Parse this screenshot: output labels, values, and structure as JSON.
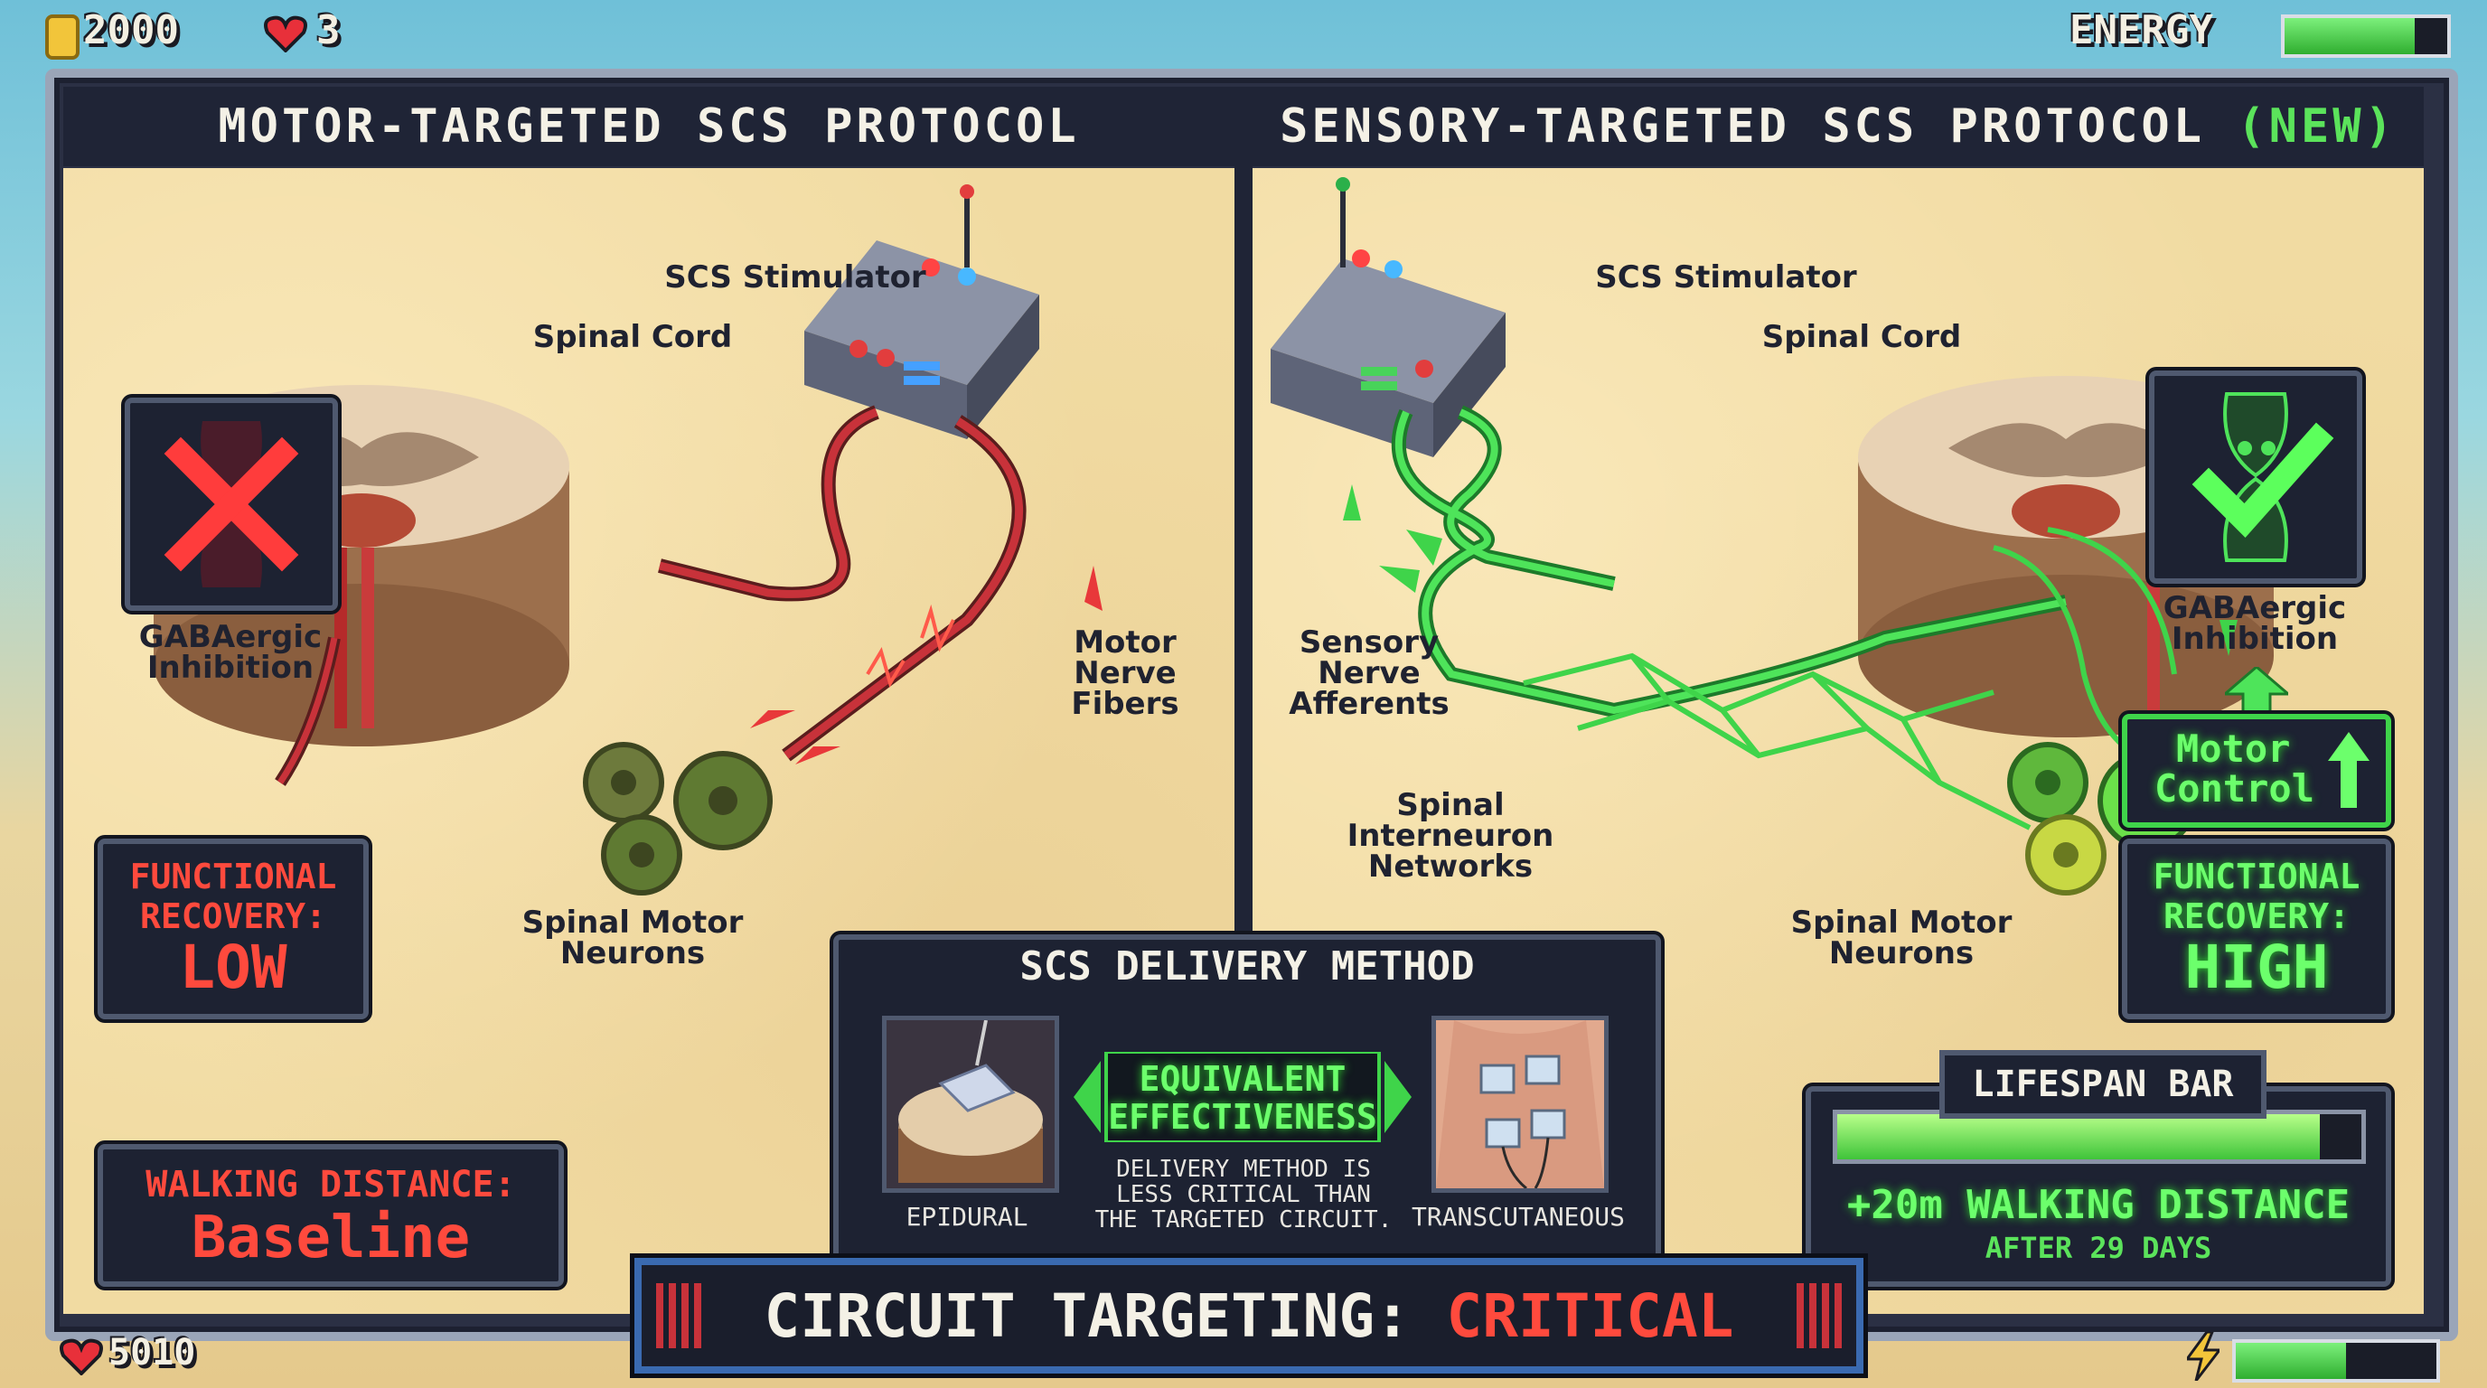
{
  "hud": {
    "coins": "2000",
    "lives": "3",
    "energy_label": "ENERGY",
    "energy_level": 0.8,
    "bottom_hearts": "5010",
    "bottom_energy_level": 0.55
  },
  "left_panel": {
    "title": "MOTOR-TARGETED SCS PROTOCOL",
    "stimulator_label": "SCS Stimulator",
    "spinal_cord_label": "Spinal Cord",
    "gaba_label_line1": "GABAergic",
    "gaba_label_line2": "Inhibition",
    "motor_fibers_line1": "Motor",
    "motor_fibers_line2": "Nerve",
    "motor_fibers_line3": "Fibers",
    "neurons_line1": "Spinal Motor",
    "neurons_line2": "Neurons",
    "recovery_line1": "FUNCTIONAL",
    "recovery_line2": "RECOVERY:",
    "recovery_value": "LOW",
    "walking_label": "WALKING DISTANCE:",
    "walking_value": "Baseline"
  },
  "right_panel": {
    "title_main": "SENSORY-TARGETED SCS PROTOCOL",
    "title_tag": "(NEW)",
    "stimulator_label": "SCS Stimulator",
    "spinal_cord_label": "Spinal Cord",
    "sensory_line1": "Sensory",
    "sensory_line2": "Nerve",
    "sensory_line3": "Afferents",
    "interneuron_line1": "Spinal",
    "interneuron_line2": "Interneuron",
    "interneuron_line3": "Networks",
    "neurons_line1": "Spinal Motor",
    "neurons_line2": "Neurons",
    "gaba_label_line1": "GABAergic",
    "gaba_label_line2": "Inhibition",
    "motor_control_line1": "Motor",
    "motor_control_line2": "Control",
    "recovery_line1": "FUNCTIONAL",
    "recovery_line2": "RECOVERY:",
    "recovery_value": "HIGH",
    "lifespan_title": "LIFESPAN BAR",
    "lifespan_level": 0.92,
    "lifespan_line1": "+20m WALKING DISTANCE",
    "lifespan_line2": "AFTER 29 DAYS"
  },
  "delivery": {
    "title": "SCS DELIVERY METHOD",
    "left_label": "EPIDURAL",
    "center_line1": "EQUIVALENT",
    "center_line2": "EFFECTIVENESS",
    "note_line1": "DELIVERY METHOD IS",
    "note_line2": "LESS CRITICAL THAN",
    "note_line3": "THE TARGETED CIRCUIT.",
    "right_label": "TRANSCUTANEOUS"
  },
  "banner": {
    "prefix": "CIRCUIT TARGETING:",
    "value": "CRITICAL"
  },
  "colors": {
    "negative": "#ff4a3d",
    "positive": "#5be35b",
    "frame": "#2b3044",
    "sand": "#f1dba2"
  }
}
